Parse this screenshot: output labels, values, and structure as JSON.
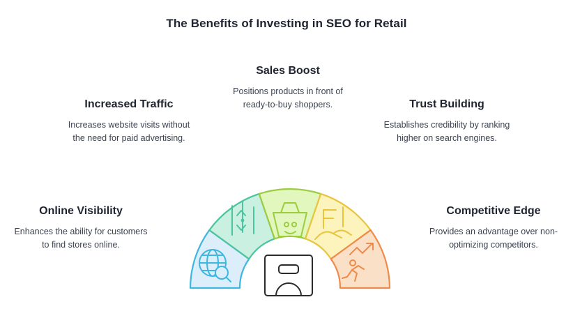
{
  "title": "The Benefits of Investing in SEO for Retail",
  "segments": [
    {
      "id": "online-visibility",
      "title": "Online Visibility",
      "description": "Enhances the ability for customers to find stores online.",
      "color": "#3eb6e0",
      "fill": "#ddeefb",
      "icon": "globe-search-icon"
    },
    {
      "id": "increased-traffic",
      "title": "Increased Traffic",
      "description": "Increases website visits without the need for paid advertising.",
      "color": "#4cc4a0",
      "fill": "#c9f0e0",
      "icon": "traffic-arrows-icon"
    },
    {
      "id": "sales-boost",
      "title": "Sales Boost",
      "description": "Positions products in front of ready-to-buy shoppers.",
      "color": "#9ccc3f",
      "fill": "#e2f7bd",
      "icon": "shopping-basket-icon"
    },
    {
      "id": "trust-building",
      "title": "Trust Building",
      "description": "Establishes credibility by ranking higher on search engines.",
      "color": "#e8c53c",
      "fill": "#fdf3bd",
      "icon": "handshake-icon"
    },
    {
      "id": "competitive-edge",
      "title": "Competitive Edge",
      "description": "Provides an advantage over non-optimizing competitors.",
      "color": "#ef8b4a",
      "fill": "#fbe0c8",
      "icon": "runner-growth-icon"
    }
  ],
  "center": {
    "icon": "shopping-bag-icon",
    "color": "#2b2b2b"
  },
  "colors": {
    "background": "#ffffff",
    "title": "#1f2430",
    "body_text": "#3c4350"
  }
}
